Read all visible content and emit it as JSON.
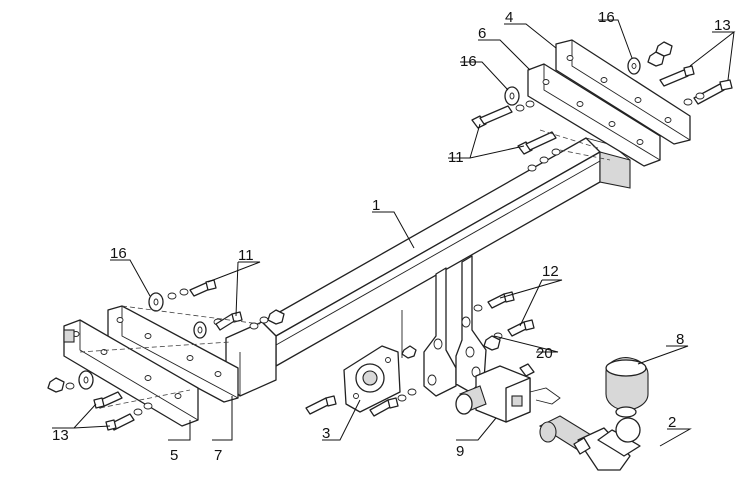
{
  "callouts": {
    "c1": "1",
    "c2": "2",
    "c3": "3",
    "c4": "4",
    "c5": "5",
    "c6": "6",
    "c7": "7",
    "c8": "8",
    "c9": "9",
    "c11a": "11",
    "c11b": "11",
    "c12": "12",
    "c13a": "13",
    "c13b": "13",
    "c16a": "16",
    "c16b": "16",
    "c16c": "16",
    "c20": "20"
  }
}
